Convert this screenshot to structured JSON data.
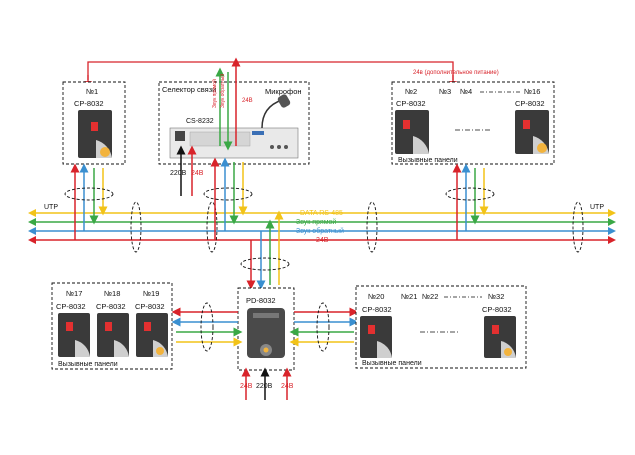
{
  "colors": {
    "red": "#d8232a",
    "green": "#3aa845",
    "blue": "#3a8fd0",
    "yellow": "#f2c318",
    "black": "#111111",
    "panel_dark": "#3a3a3a",
    "panel_button": "#e33030"
  },
  "top_power_label": "24в (дополнительное питание)",
  "utp_left": "UTP",
  "utp_right": "UTP",
  "bus": {
    "data": "DATA RS-485",
    "forward": "Звук прямой",
    "reverse": "Звук обратный",
    "power": "24В"
  },
  "box1": {
    "num": "№1",
    "model": "CP-8032"
  },
  "selector": {
    "title": "Селектор связи",
    "model": "CS-8232",
    "mic": "Микрофон",
    "v1": "Звук прямой",
    "v2": "Звук обратный",
    "v3": "24В",
    "power_220": "220В",
    "power_24": "24В"
  },
  "right_top": {
    "n2": "№2",
    "n3": "№3",
    "n4": "№4",
    "n16": "№16",
    "model_a": "CP-8032",
    "model_b": "CP-8032",
    "caption": "Вызывные панели"
  },
  "bottom_left": {
    "n17": "№17",
    "n18": "№18",
    "n19": "№19",
    "model": "CP-8032",
    "caption": "Вызывные панели"
  },
  "pd": {
    "model": "PD-8032",
    "in_left": "24В",
    "in_mid": "220В",
    "in_right": "24В"
  },
  "bottom_right": {
    "n20": "№20",
    "n21": "№21",
    "n22": "№22",
    "n32": "№32",
    "model_a": "CP-8032",
    "model_b": "CP-8032",
    "caption": "Вызывные панели"
  }
}
